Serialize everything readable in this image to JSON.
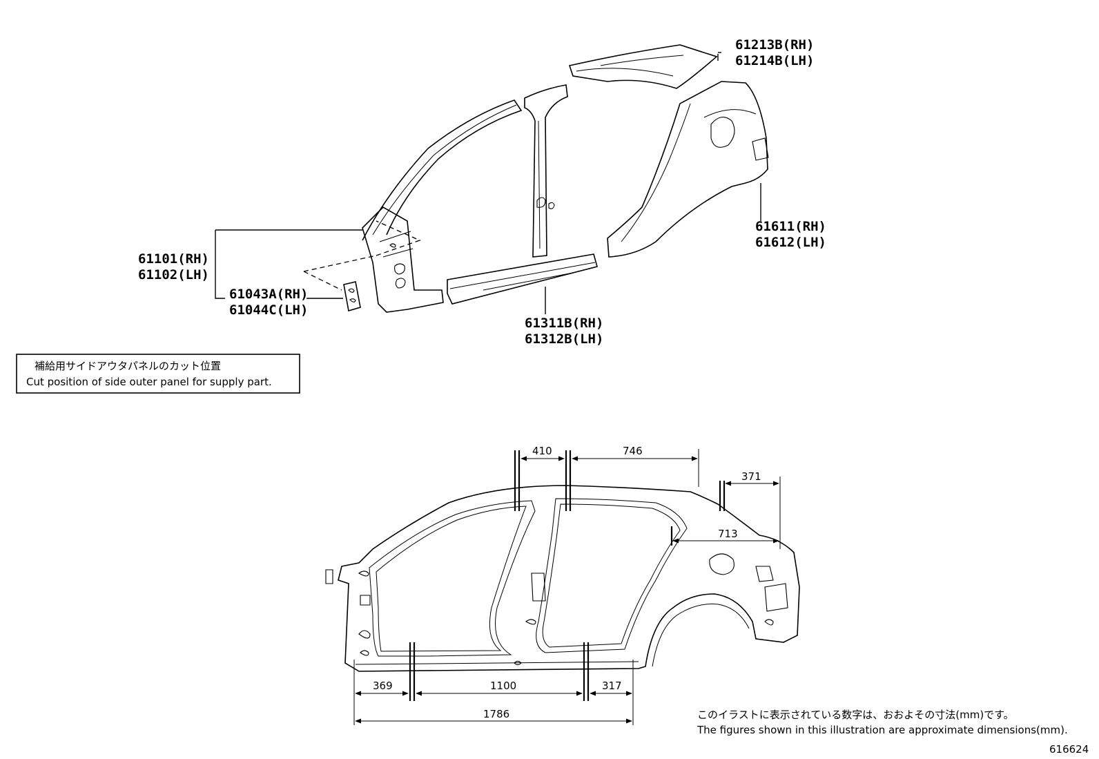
{
  "part_labels": {
    "roof_side_rh": "61213B(RH)",
    "roof_side_lh": "61214B(LH)",
    "front_pillar_rh": "61101(RH)",
    "front_pillar_lh": "61102(LH)",
    "bracket_rh": "61043A(RH)",
    "bracket_lh": "61044C(LH)",
    "rocker_rh": "61311B(RH)",
    "rocker_lh": "61312B(LH)",
    "quarter_rh": "61611(RH)",
    "quarter_lh": "61612(LH)"
  },
  "legend": {
    "jp": "補給用サイドアウタパネルのカット位置",
    "en": "Cut position of side outer panel for supply part."
  },
  "dimensions": {
    "d410": "410",
    "d746": "746",
    "d371": "371",
    "d713": "713",
    "d369": "369",
    "d1100": "1100",
    "d317": "317",
    "d1786": "1786"
  },
  "footnote": {
    "jp": "このイラストに表示されている数字は、おおよその寸法(mm)です。",
    "en": "The figures shown in this illustration are approximate dimensions(mm)."
  },
  "figure_id": "616624"
}
